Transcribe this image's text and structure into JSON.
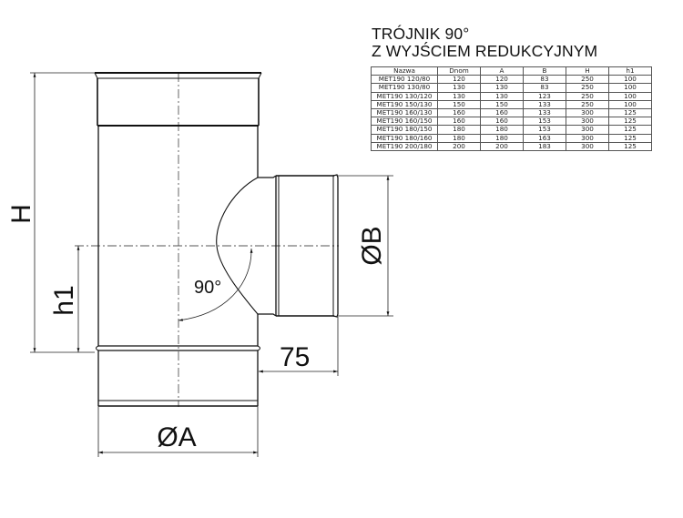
{
  "title": {
    "line1": "TRÓJNIK 90°",
    "line2": "Z WYJŚCIEM REDUKCYJNYM"
  },
  "table": {
    "headers": [
      "Nazwa",
      "Dnom",
      "A",
      "B",
      "H",
      "h1"
    ],
    "rows": [
      [
        "MET190 120/80",
        "120",
        "120",
        "83",
        "250",
        "100"
      ],
      [
        "MET190 130/80",
        "130",
        "130",
        "83",
        "250",
        "100"
      ],
      [
        "MET190 130/120",
        "130",
        "130",
        "123",
        "250",
        "100"
      ],
      [
        "MET190 150/130",
        "150",
        "150",
        "133",
        "250",
        "100"
      ],
      [
        "MET190 160/130",
        "160",
        "160",
        "133",
        "300",
        "125"
      ],
      [
        "MET190 160/150",
        "160",
        "160",
        "153",
        "300",
        "125"
      ],
      [
        "MET190 180/150",
        "180",
        "180",
        "153",
        "300",
        "125"
      ],
      [
        "MET190 180/160",
        "180",
        "180",
        "163",
        "300",
        "125"
      ],
      [
        "MET190 200/180",
        "200",
        "200",
        "183",
        "300",
        "125"
      ]
    ]
  },
  "drawing": {
    "labels": {
      "height": "H",
      "branch_height": "h1",
      "angle": "90°",
      "branch_diameter": "ØB",
      "branch_length": "75",
      "main_diameter": "ØA"
    }
  }
}
